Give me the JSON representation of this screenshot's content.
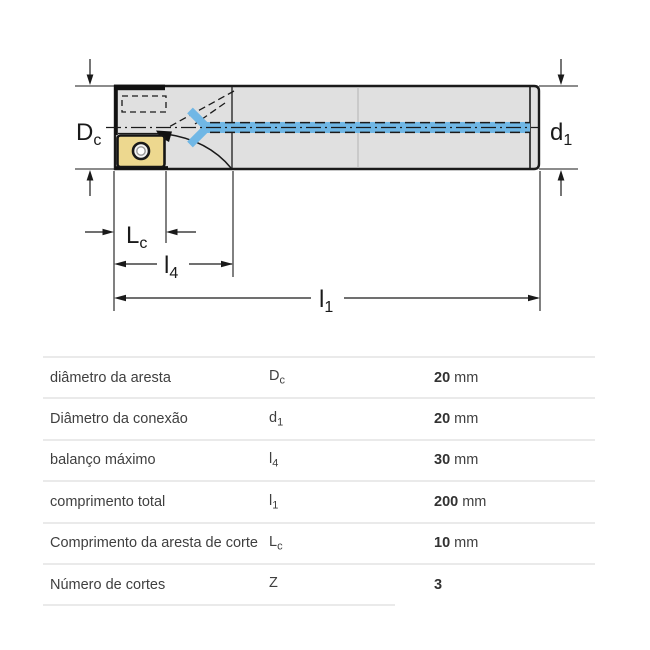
{
  "diagram": {
    "dim_labels": {
      "dc": {
        "base": "D",
        "sub": "c"
      },
      "d1": {
        "base": "d",
        "sub": "1"
      },
      "lc": {
        "base": "L",
        "sub": "c"
      },
      "l4": {
        "base": "l",
        "sub": "4"
      },
      "l1": {
        "base": "l",
        "sub": "1"
      }
    },
    "colors": {
      "body_gray": "#e0e0e0",
      "outline_black": "#1a1a1a",
      "coolant_blue": "#70b7e5",
      "insert_yellow": "#edd88f",
      "divider_gray": "#eaeaea"
    }
  },
  "table": {
    "rows": [
      {
        "label": "diâmetro da aresta",
        "symbol": "D",
        "symbol_sub": "c",
        "value": "20",
        "unit": "mm"
      },
      {
        "label": "Diâmetro da conexão",
        "symbol": "d",
        "symbol_sub": "1",
        "value": "20",
        "unit": "mm"
      },
      {
        "label": "balanço máximo",
        "symbol": "l",
        "symbol_sub": "4",
        "value": "30",
        "unit": "mm"
      },
      {
        "label": "comprimento total",
        "symbol": "l",
        "symbol_sub": "1",
        "value": "200",
        "unit": "mm"
      },
      {
        "label": "Comprimento da aresta de corte",
        "symbol": "L",
        "symbol_sub": "c",
        "value": "10",
        "unit": "mm"
      },
      {
        "label": "Número de cortes",
        "symbol": "Z",
        "symbol_sub": "",
        "value": "3",
        "unit": ""
      }
    ]
  }
}
